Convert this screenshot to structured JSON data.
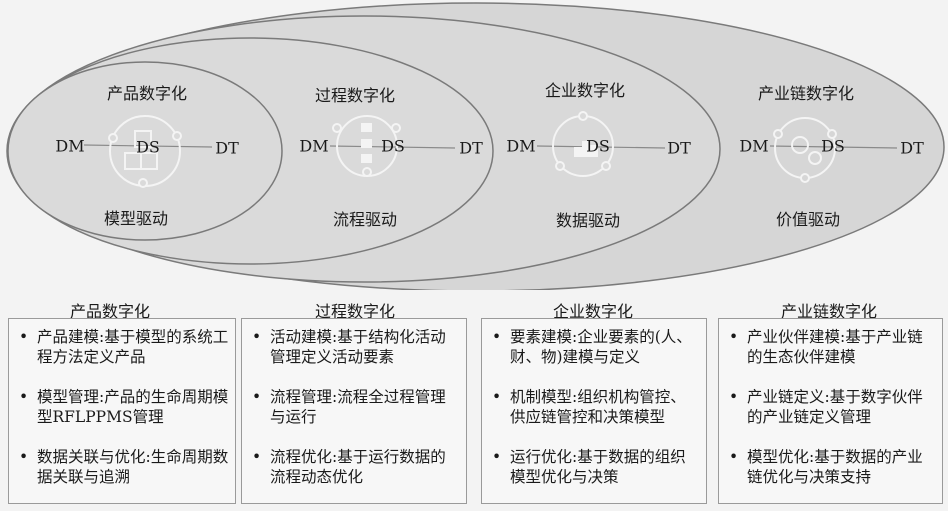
{
  "stages": [
    {
      "title": "产品数字化",
      "dm": "DM",
      "ds": "DS",
      "dt": "DT",
      "driver": "模型驱动",
      "icon": "cubes-icon"
    },
    {
      "title": "过程数字化",
      "dm": "DM",
      "ds": "DS",
      "dt": "DT",
      "driver": "流程驱动",
      "icon": "process-flow-icon"
    },
    {
      "title": "企业数字化",
      "dm": "DM",
      "ds": "DS",
      "dt": "DT",
      "driver": "数据驱动",
      "icon": "org-chart-icon"
    },
    {
      "title": "产业链数字化",
      "dm": "DM",
      "ds": "DS",
      "dt": "DT",
      "driver": "价值驱动",
      "icon": "gears-icon"
    }
  ],
  "panels": [
    {
      "title": "产品数字化",
      "items": [
        "产品建模:基于模型的系统工程方法定义产品",
        "模型管理:产品的生命周期模型RFLPPMS管理",
        "数据关联与优化:生命周期数据关联与追溯"
      ]
    },
    {
      "title": "过程数字化",
      "items": [
        "活动建模:基于结构化活动管理定义活动要素",
        "流程管理:流程全过程管理与运行",
        "流程优化:基于运行数据的流程动态优化"
      ]
    },
    {
      "title": "企业数字化",
      "items": [
        "要素建模:企业要素的(人、财、物)建模与定义",
        "机制模型:组织机构管控、供应链管控和决策模型",
        "运行优化:基于数据的组织模型优化与决策"
      ]
    },
    {
      "title": "产业链数字化",
      "items": [
        "产业伙伴建模:基于产业链的生态伙伴建模",
        "产业链定义:基于数字伙伴的产业链定义管理",
        "模型优化:基于数据的产业链优化与决策支持"
      ]
    }
  ],
  "bullet": "•",
  "colors": {
    "ellipse_fill": "#d9d9d9",
    "ellipse_stroke": "#7a7a7a",
    "background": "#f3f3f3"
  }
}
